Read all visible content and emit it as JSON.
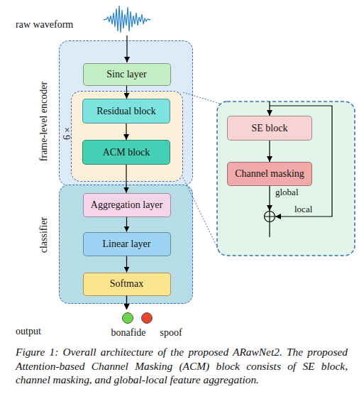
{
  "diagram": {
    "caption": "Figure 1: Overall architecture of the proposed ARawNet2. The proposed Attention-based Channel Masking (ACM) block consists of SE block, channel masking, and global-local feature aggregation.",
    "nodes": [
      {
        "text": [
          "frame-level encoder"
        ]
      },
      {
        "text": [
          "Sinc layer"
        ],
        "in": 0
      },
      {
        "text": [
          "6×"
        ],
        "in": 0
      },
      {
        "text": [
          "Residual block"
        ],
        "in": 2
      },
      {
        "text": [
          "ACM block"
        ],
        "in": 2
      },
      {
        "text": [
          "classifier"
        ]
      },
      {
        "text": [
          "Aggregation layer"
        ],
        "in": 5
      },
      {
        "text": [
          "Linear layer"
        ],
        "in": 5
      },
      {
        "text": [
          "Softmax"
        ],
        "in": 5
      },
      {
        "text": [
          "bonafide"
        ]
      },
      {
        "text": [
          "spoof"
        ]
      },
      {
        "text": [
          "SE block"
        ]
      },
      {
        "text": [
          "Channel masking"
        ]
      }
    ],
    "edges": [
      {
        "from": 1,
        "to": 3,
        "arrow": "to"
      },
      {
        "from": 3,
        "to": 4,
        "arrow": "to"
      },
      {
        "from": 4,
        "to": 6,
        "arrow": "to"
      },
      {
        "from": 6,
        "to": 7,
        "arrow": "to"
      },
      {
        "from": 7,
        "to": 8,
        "arrow": "to"
      },
      {
        "from": 8,
        "to": 9,
        "arrow": "to"
      },
      {
        "from": 8,
        "to": 10,
        "arrow": "to"
      },
      {
        "from": 11,
        "to": 12,
        "arrow": "to"
      }
    ],
    "labels": [
      "raw waveform",
      "output",
      "global",
      "local"
    ]
  }
}
